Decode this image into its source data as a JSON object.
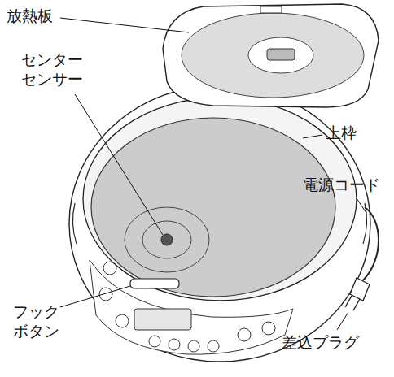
{
  "diagram": {
    "labels": [
      "放熱板",
      "センター センサー",
      "上枠",
      "電源コード",
      "差込プラグ",
      "フック ボタン"
    ]
  }
}
